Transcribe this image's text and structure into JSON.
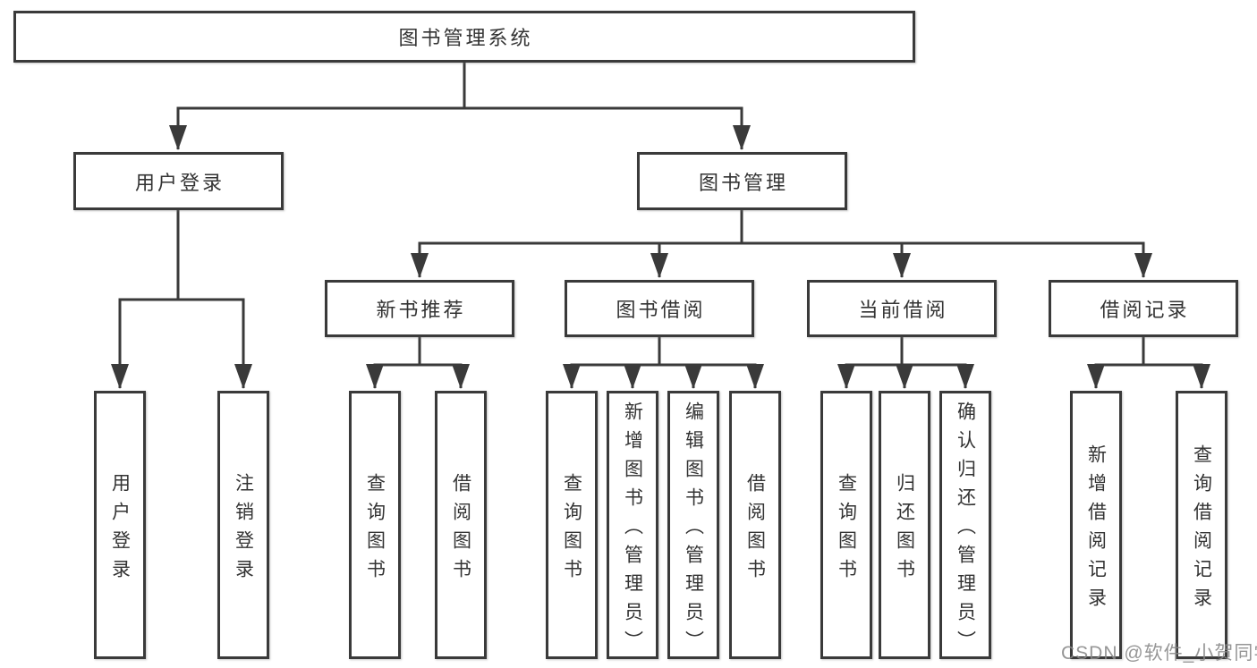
{
  "diagram": {
    "tree": {
      "label": "图书管理系统",
      "children": [
        {
          "label": "用户登录",
          "children": [
            {
              "label": "用户登录"
            },
            {
              "label": "注销登录"
            }
          ]
        },
        {
          "label": "图书管理",
          "children": [
            {
              "label": "新书推荐",
              "children": [
                {
                  "label": "查询图书"
                },
                {
                  "label": "借阅图书"
                }
              ]
            },
            {
              "label": "图书借阅",
              "children": [
                {
                  "label": "查询图书"
                },
                {
                  "label": "新增图书（管理员）"
                },
                {
                  "label": "编辑图书（管理员）"
                },
                {
                  "label": "借阅图书"
                }
              ]
            },
            {
              "label": "当前借阅",
              "children": [
                {
                  "label": "查询图书"
                },
                {
                  "label": "归还图书"
                },
                {
                  "label": "确认归还（管理员）"
                }
              ]
            },
            {
              "label": "借阅记录",
              "children": [
                {
                  "label": "新增借阅记录"
                },
                {
                  "label": "查询借阅记录"
                }
              ]
            }
          ]
        }
      ]
    },
    "watermark": "CSDN @软件_小贺同学",
    "colors": {
      "line": "#3a3a3a",
      "text": "#333333",
      "watermark": "#878787",
      "background": "#ffffff"
    }
  }
}
